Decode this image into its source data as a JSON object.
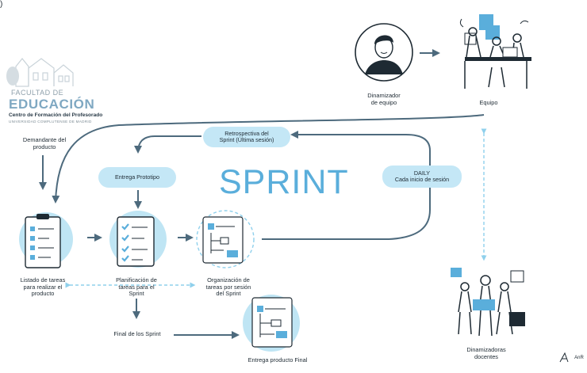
{
  "corner_mark": ")",
  "logo": {
    "line1": "FACULTAD DE",
    "line2": "EDUCACIÓN",
    "line3": "Centro de Formación del Profesorado",
    "line4": "UNIVERSIDAD COMPLUTENSE DE MADRID"
  },
  "title": "SPRINT",
  "labels": {
    "demandante": "Demandante del\nproducto",
    "dinamizador": "Dinamizador\nde equipo",
    "equipo": "Equipo",
    "listado": "Listado de tareas\npara realizar el\nproducto",
    "planificacion": "Planificación de\ntareas para el\nSprint",
    "organizacion": "Organización de\ntareas por sesión\ndel Sprint",
    "final_sprint": "Final de los Sprint",
    "entrega_final": "Entrega producto Final",
    "dinamizadoras": "Dinamizadoras\ndocentes",
    "signature": "AnR"
  },
  "pills": {
    "retrospectiva": "Retrospectiva del\nSprint (Última sesión)",
    "entrega_prototipo": "Entrega Prototipo",
    "daily": "DAILY\nCada inicio de sesión"
  },
  "colors": {
    "arrow": "#4d6a7d",
    "pill": "#c4e7f6",
    "accent_blue": "#5aaedb",
    "light_circle": "#bfe5f4",
    "dashed": "#8fd0ec"
  }
}
